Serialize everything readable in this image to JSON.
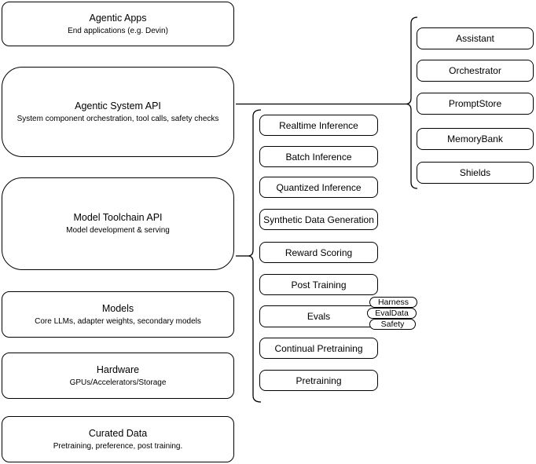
{
  "diagram": {
    "left_stack": [
      {
        "title": "Agentic Apps",
        "subtitle": "End applications (e.g. Devin)"
      },
      {
        "title": "Agentic System API",
        "subtitle": "System component orchestration, tool calls, safety checks"
      },
      {
        "title": "Model Toolchain API",
        "subtitle": "Model development & serving"
      },
      {
        "title": "Models",
        "subtitle": "Core LLMs, adapter weights, secondary models"
      },
      {
        "title": "Hardware",
        "subtitle": "GPUs/Accelerators/Storage"
      },
      {
        "title": "Curated Data",
        "subtitle": "Pretraining, preference, post training."
      }
    ],
    "toolchain_components": [
      "Realtime Inference",
      "Batch Inference",
      "Quantized Inference",
      "Synthetic Data Generation",
      "Reward Scoring",
      "Post Training",
      "Evals",
      "Continual Pretraining",
      "Pretraining"
    ],
    "eval_tags": [
      "Harness",
      "EvalData",
      "Safety"
    ],
    "system_components": [
      "Assistant",
      "Orchestrator",
      "PromptStore",
      "MemoryBank",
      "Shields"
    ],
    "colors": {
      "stroke": "#000000",
      "background": "#ffffff"
    }
  }
}
